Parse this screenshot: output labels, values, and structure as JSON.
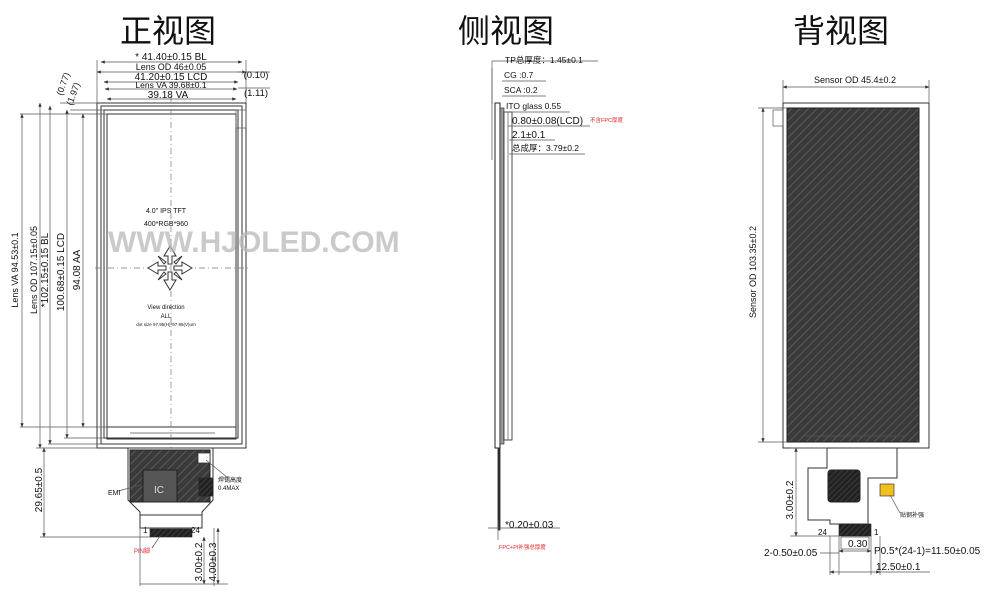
{
  "titles": {
    "front": "正视图",
    "side": "侧视图",
    "back": "背视图"
  },
  "watermark": "WWW.HJOLED.COM",
  "front": {
    "dim_bl_width": "* 41.40±0.15 BL",
    "dim_lens_od_width": "Lens OD 46±0.05",
    "dim_lcd_width": "41.20±0.15 LCD",
    "dim_lens_va_width": "Lens  VA 39.68±0.1",
    "dim_va_width": "39.18 VA",
    "dim_010": "(0.10)",
    "dim_111": "(1.11)",
    "dim_077": "(0.77)",
    "dim_197": "(1.97)",
    "dim_lens_va_height": "Lens  VA 94.53±0.1",
    "dim_lens_od_height": "Lens OD 107.15±0.05",
    "dim_bl_height": "*102.15±0.15 BL",
    "dim_lcd_height": "100.68±0.15 LCD",
    "dim_aa_height": "94.08 AA",
    "dim_fpc_len": "29.65±0.5",
    "dim_300": "3.00±0.2",
    "dim_400": "4.00±0.3",
    "label_size": "4.0\"  IPS TFT",
    "label_res": "400*RGB*960",
    "label_view": "View direction",
    "label_all": "ALL",
    "label_dot": "dot size 97.95(H)*97.95(V)um",
    "label_emi": "EMI",
    "label_ic": "IC",
    "label_comp_height": "焊锡高度",
    "label_comp_max": "0.4MAX",
    "pin_1": "1",
    "pin_24": "24",
    "label_pin_red": "PIN脚"
  },
  "side": {
    "tp": "TP总厚度：1.45±0.1",
    "cg": "CG :0.7",
    "sca": "SCA :0.2",
    "ito": "ITO glass 0.55",
    "lcd": "0.80±0.08(LCD)",
    "lcd_note": "不含FPC厚度",
    "bl": "2.1±0.1",
    "total": "总成厚：3.79±0.2",
    "fpc": "*0.20±0.03",
    "fpc_note": "FPC+PI补强总厚度"
  },
  "back": {
    "sensor_width": "Sensor   OD 45.4±0.2",
    "sensor_height": "Sensor OD 103.35±0.2",
    "dim_300": "3.00±0.2",
    "dim_030": "0.30",
    "pitch": "P0.5*(24-1)=11.50±0.05",
    "pad": "2-0.50±0.05",
    "total": "12.50±0.1",
    "pin_24": "24",
    "pin_1": "1",
    "steel_note": "贴钢补强"
  }
}
